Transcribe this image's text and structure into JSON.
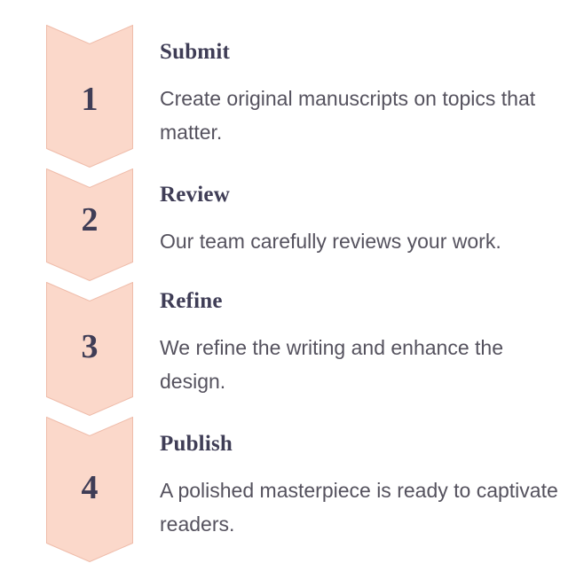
{
  "colors": {
    "page_bg": "#ffffff",
    "chevron_fill": "#fbd8ca",
    "chevron_border": "#efbcaa",
    "heading_color": "#3f3d56",
    "body_color": "#55525e"
  },
  "process": {
    "steps": [
      {
        "number": "1",
        "title": "Submit",
        "description": "Create original manuscripts on topics that matter."
      },
      {
        "number": "2",
        "title": "Review",
        "description": "Our team carefully reviews your work."
      },
      {
        "number": "3",
        "title": "Refine",
        "description": "We refine the writing and enhance the design."
      },
      {
        "number": "4",
        "title": "Publish",
        "description": "A polished masterpiece is ready to captivate readers."
      }
    ]
  }
}
